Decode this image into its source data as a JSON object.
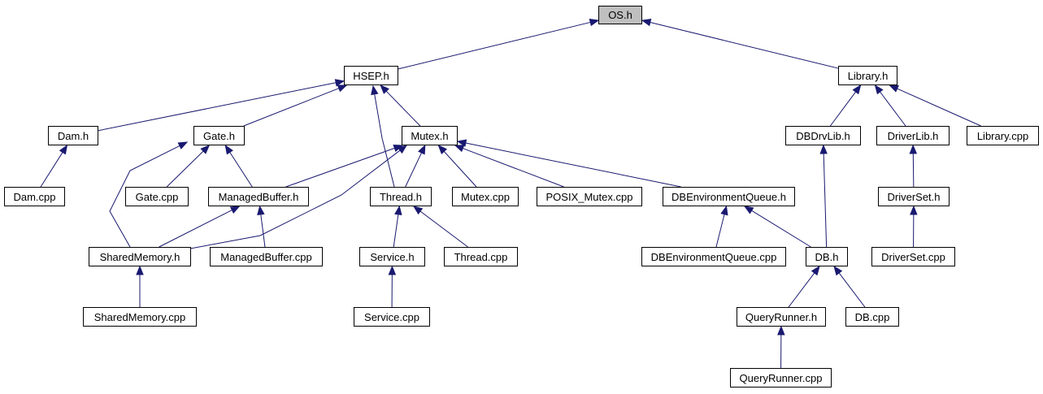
{
  "diagram": {
    "root": "OS.h",
    "nodes": [
      {
        "id": "os",
        "label": "OS.h",
        "root": true
      },
      {
        "id": "hsep",
        "label": "HSEP.h"
      },
      {
        "id": "library_h",
        "label": "Library.h"
      },
      {
        "id": "dam_h",
        "label": "Dam.h"
      },
      {
        "id": "gate_h",
        "label": "Gate.h"
      },
      {
        "id": "mutex_h",
        "label": "Mutex.h"
      },
      {
        "id": "dbdrvlib_h",
        "label": "DBDrvLib.h"
      },
      {
        "id": "driverlib_h",
        "label": "DriverLib.h"
      },
      {
        "id": "library_cpp",
        "label": "Library.cpp"
      },
      {
        "id": "dam_cpp",
        "label": "Dam.cpp"
      },
      {
        "id": "gate_cpp",
        "label": "Gate.cpp"
      },
      {
        "id": "managedbuffer_h",
        "label": "ManagedBuffer.h"
      },
      {
        "id": "thread_h",
        "label": "Thread.h"
      },
      {
        "id": "mutex_cpp",
        "label": "Mutex.cpp"
      },
      {
        "id": "posix_mutex_cpp",
        "label": "POSIX_Mutex.cpp"
      },
      {
        "id": "dbenvq_h",
        "label": "DBEnvironmentQueue.h"
      },
      {
        "id": "driverset_h",
        "label": "DriverSet.h"
      },
      {
        "id": "sharedmemory_h",
        "label": "SharedMemory.h"
      },
      {
        "id": "managedbuffer_cpp",
        "label": "ManagedBuffer.cpp"
      },
      {
        "id": "service_h",
        "label": "Service.h"
      },
      {
        "id": "thread_cpp",
        "label": "Thread.cpp"
      },
      {
        "id": "dbenvq_cpp",
        "label": "DBEnvironmentQueue.cpp"
      },
      {
        "id": "db_h",
        "label": "DB.h"
      },
      {
        "id": "driverset_cpp",
        "label": "DriverSet.cpp"
      },
      {
        "id": "sharedmemory_cpp",
        "label": "SharedMemory.cpp"
      },
      {
        "id": "service_cpp",
        "label": "Service.cpp"
      },
      {
        "id": "queryrunner_h",
        "label": "QueryRunner.h"
      },
      {
        "id": "db_cpp",
        "label": "DB.cpp"
      },
      {
        "id": "queryrunner_cpp",
        "label": "QueryRunner.cpp"
      }
    ],
    "edges": [
      {
        "from": "hsep",
        "to": "os"
      },
      {
        "from": "library_h",
        "to": "os"
      },
      {
        "from": "dam_h",
        "to": "hsep"
      },
      {
        "from": "gate_h",
        "to": "hsep"
      },
      {
        "from": "mutex_h",
        "to": "hsep"
      },
      {
        "from": "thread_h",
        "to": "hsep"
      },
      {
        "from": "dam_cpp",
        "to": "dam_h"
      },
      {
        "from": "gate_cpp",
        "to": "gate_h"
      },
      {
        "from": "managedbuffer_h",
        "to": "gate_h"
      },
      {
        "from": "sharedmemory_h",
        "to": "gate_h"
      },
      {
        "from": "managedbuffer_h",
        "to": "mutex_h"
      },
      {
        "from": "sharedmemory_h",
        "to": "mutex_h"
      },
      {
        "from": "thread_h",
        "to": "mutex_h"
      },
      {
        "from": "mutex_cpp",
        "to": "mutex_h"
      },
      {
        "from": "posix_mutex_cpp",
        "to": "mutex_h"
      },
      {
        "from": "dbenvq_h",
        "to": "mutex_h"
      },
      {
        "from": "sharedmemory_h",
        "to": "managedbuffer_h"
      },
      {
        "from": "managedbuffer_cpp",
        "to": "managedbuffer_h"
      },
      {
        "from": "sharedmemory_cpp",
        "to": "sharedmemory_h"
      },
      {
        "from": "service_h",
        "to": "thread_h"
      },
      {
        "from": "thread_cpp",
        "to": "thread_h"
      },
      {
        "from": "service_cpp",
        "to": "service_h"
      },
      {
        "from": "dbenvq_cpp",
        "to": "dbenvq_h"
      },
      {
        "from": "db_h",
        "to": "dbenvq_h"
      },
      {
        "from": "dbdrvlib_h",
        "to": "library_h"
      },
      {
        "from": "driverlib_h",
        "to": "library_h"
      },
      {
        "from": "library_cpp",
        "to": "library_h"
      },
      {
        "from": "db_h",
        "to": "dbdrvlib_h"
      },
      {
        "from": "driverset_h",
        "to": "driverlib_h"
      },
      {
        "from": "driverset_cpp",
        "to": "driverset_h"
      },
      {
        "from": "queryrunner_h",
        "to": "db_h"
      },
      {
        "from": "db_cpp",
        "to": "db_h"
      },
      {
        "from": "queryrunner_cpp",
        "to": "queryrunner_h"
      }
    ],
    "colors": {
      "edge": "#191970",
      "node_border": "#000000",
      "node_fill": "#ffffff",
      "root_fill": "#bfbfbf"
    }
  }
}
